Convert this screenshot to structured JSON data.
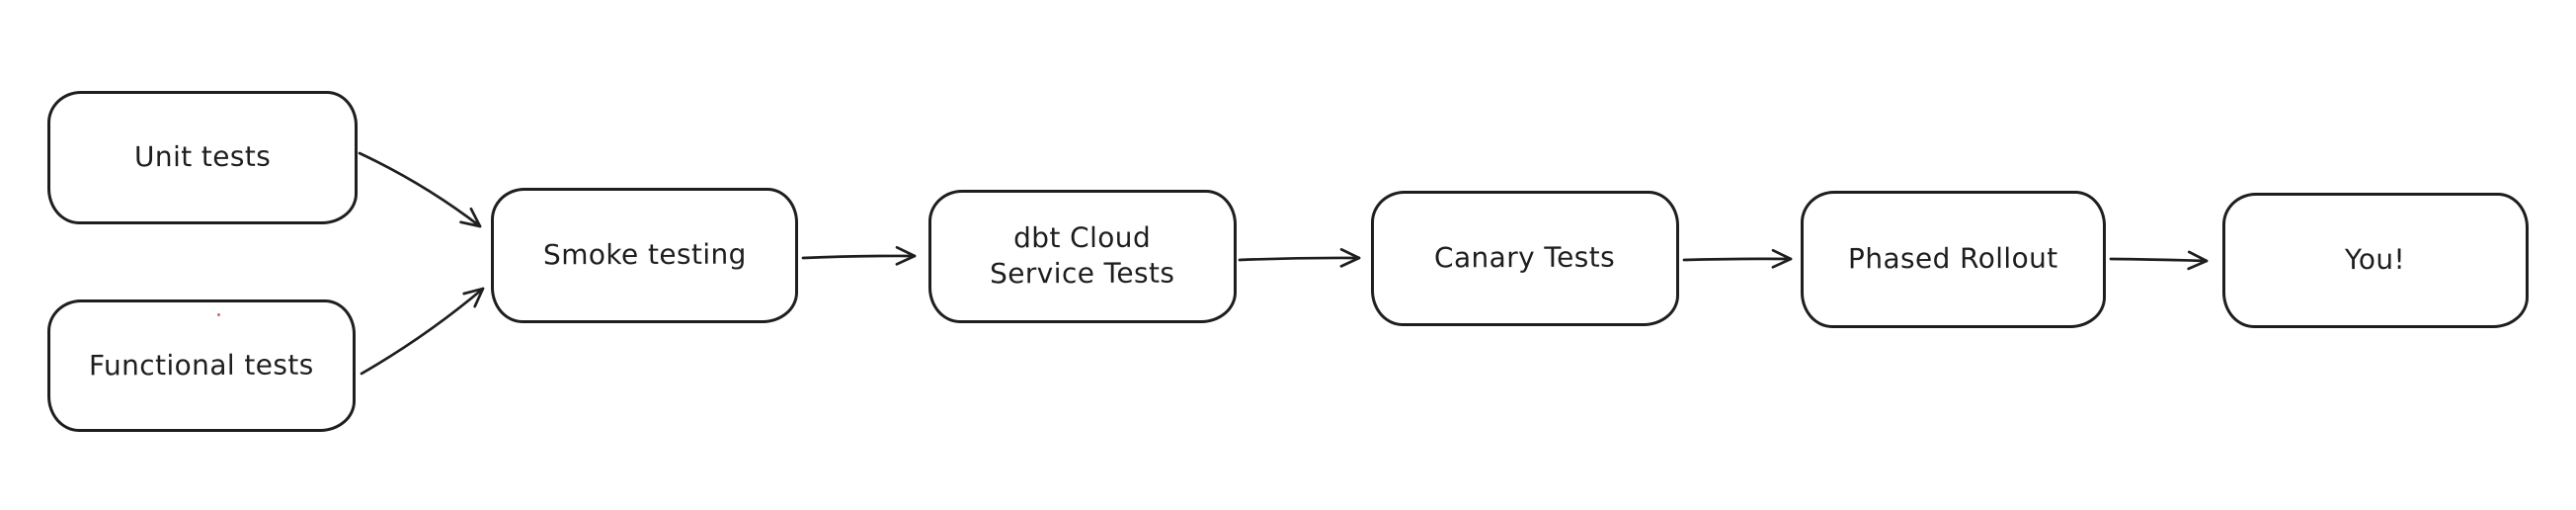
{
  "nodes": [
    {
      "id": "unit-tests",
      "label": "Unit tests"
    },
    {
      "id": "functional-tests",
      "label": "Functional tests"
    },
    {
      "id": "smoke-testing",
      "label": "Smoke testing"
    },
    {
      "id": "dbt-cloud-service-tests",
      "label": "dbt Cloud\nService Tests"
    },
    {
      "id": "canary-tests",
      "label": "Canary Tests"
    },
    {
      "id": "phased-rollout",
      "label": "Phased Rollout"
    },
    {
      "id": "you",
      "label": "You!"
    }
  ],
  "edges": [
    {
      "from": "unit-tests",
      "to": "smoke-testing"
    },
    {
      "from": "functional-tests",
      "to": "smoke-testing"
    },
    {
      "from": "smoke-testing",
      "to": "dbt-cloud-service-tests"
    },
    {
      "from": "dbt-cloud-service-tests",
      "to": "canary-tests"
    },
    {
      "from": "canary-tests",
      "to": "phased-rollout"
    },
    {
      "from": "phased-rollout",
      "to": "you"
    }
  ],
  "colors": {
    "stroke": "#1e1e1e",
    "node_fill": "#ffffff",
    "background": "#ffffff"
  }
}
